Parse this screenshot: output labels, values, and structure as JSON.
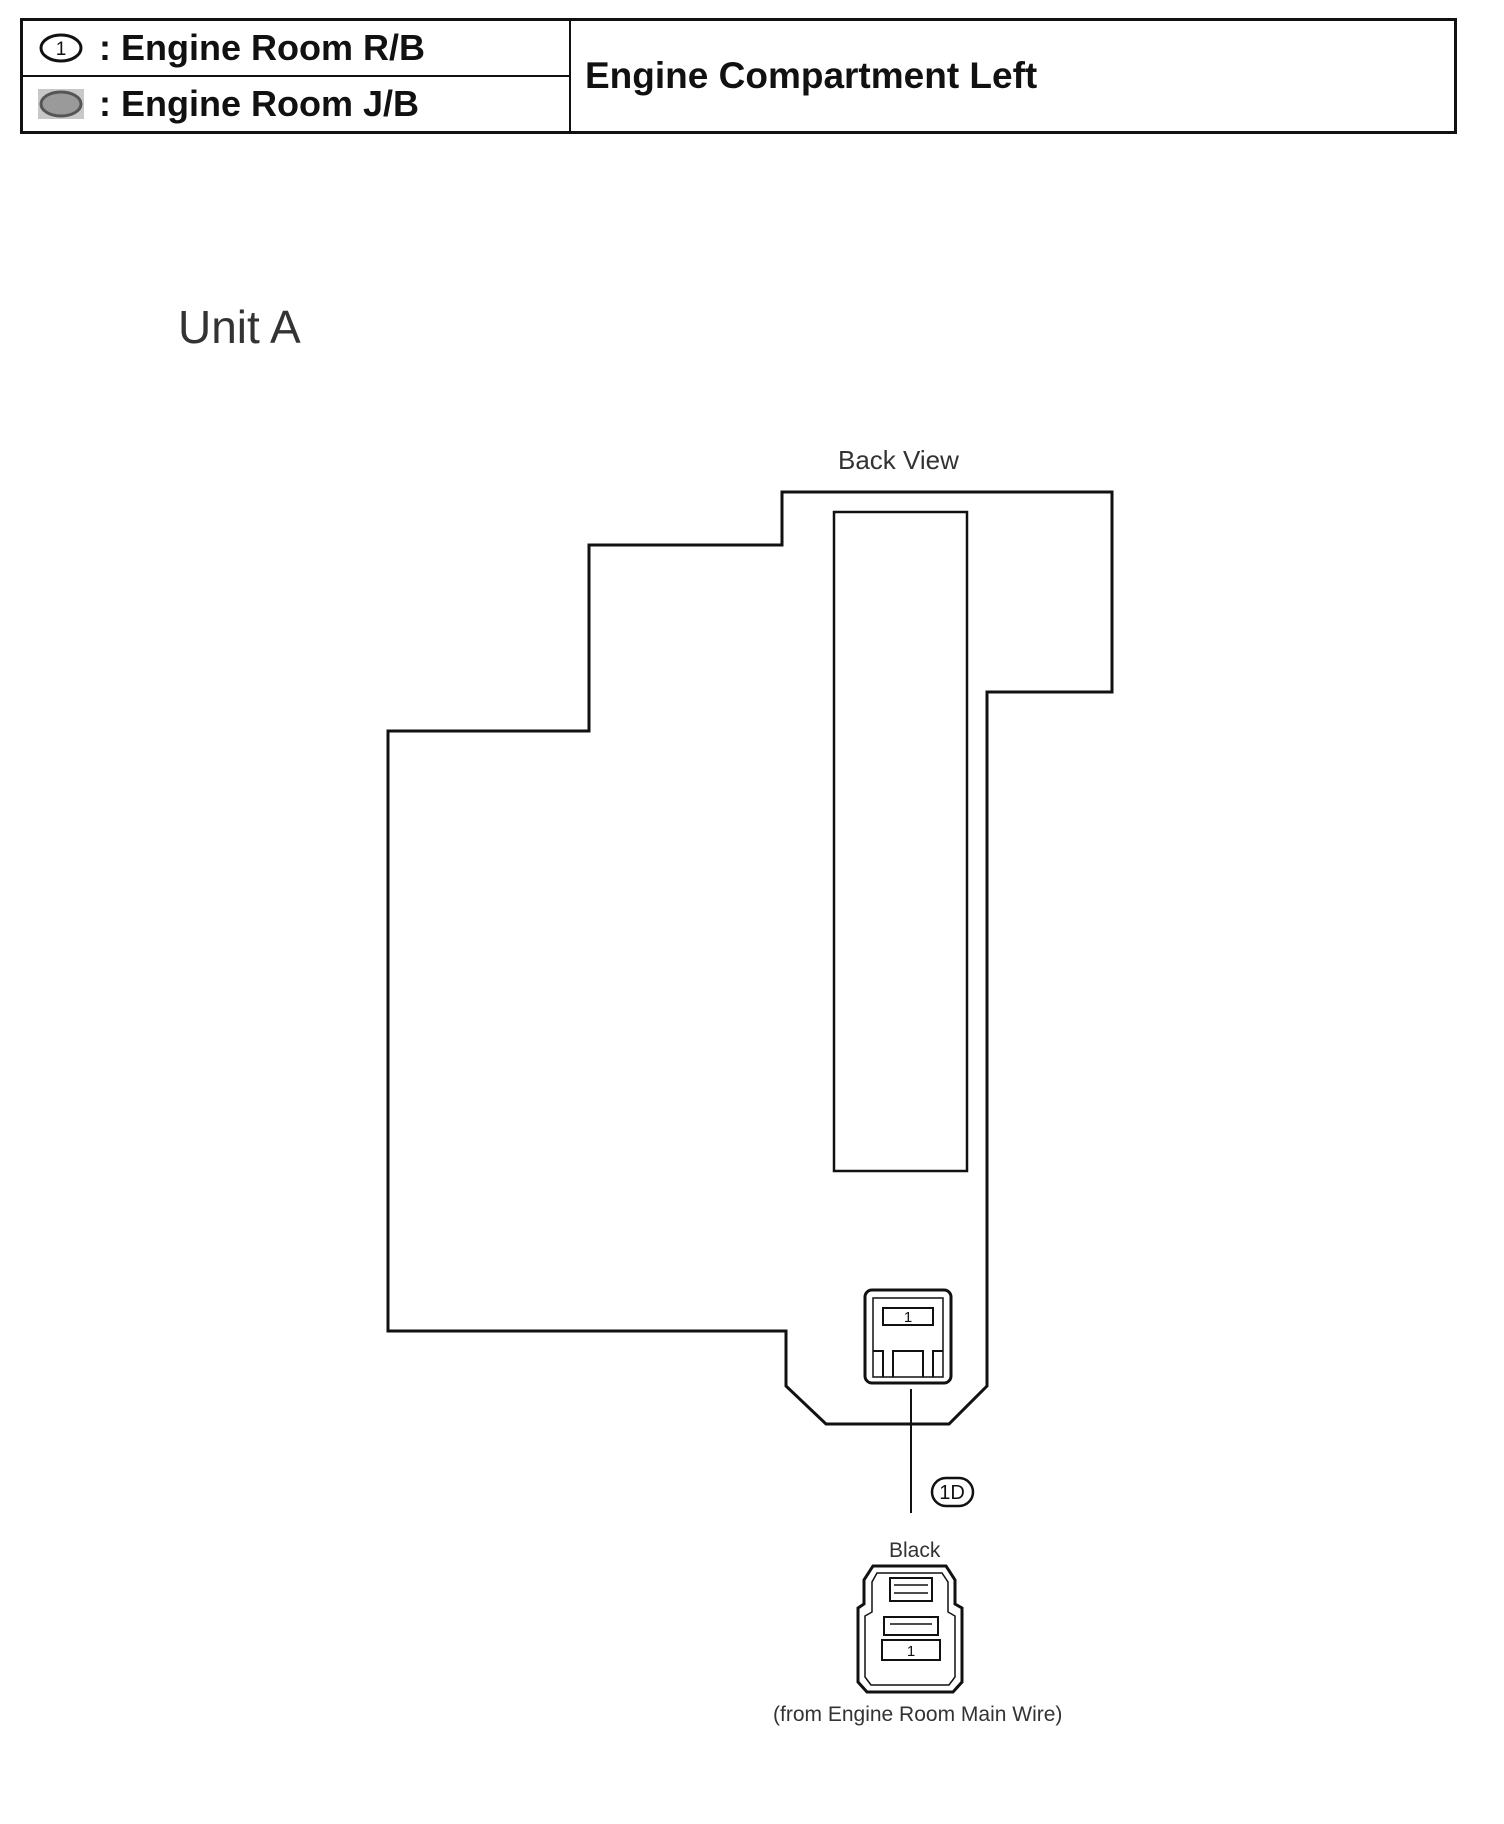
{
  "legend": [
    {
      "id": "rb",
      "symbol_text": "1",
      "label": ": Engine Room R/B",
      "icon": "circle-outline-icon"
    },
    {
      "id": "jb",
      "symbol_text": "",
      "label": ": Engine Room J/B",
      "icon": "shaded-oval-icon"
    }
  ],
  "header": {
    "title": "Engine Compartment Left"
  },
  "unit_title": "Unit A",
  "diagram": {
    "view_label": "Back View",
    "connector": {
      "code": "1D",
      "socket_pin": "1",
      "plug_pin": "1",
      "color": "Black",
      "source": "(from Engine Room Main Wire)"
    }
  },
  "colors": {
    "line": "#111111",
    "shade": "#9a9a9a"
  }
}
